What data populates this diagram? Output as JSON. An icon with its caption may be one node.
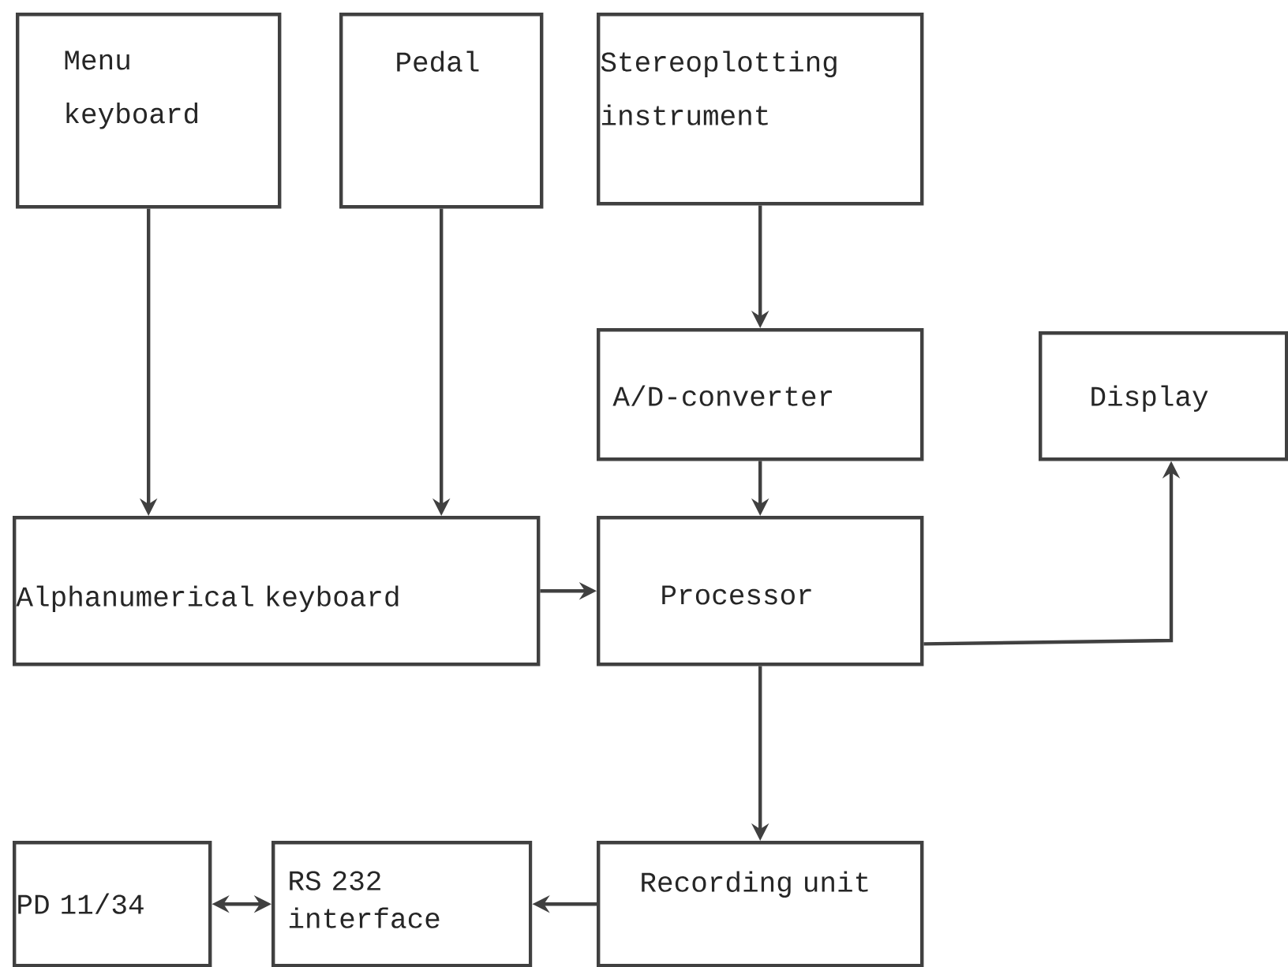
{
  "diagram": {
    "nodes": [
      {
        "text": [
          "Menu keyboard"
        ]
      },
      {
        "text": [
          "Pedal"
        ]
      },
      {
        "text": [
          "Stereoplotting instrument"
        ]
      },
      {
        "text": [
          "A/D-converter"
        ]
      },
      {
        "text": [
          "Display"
        ]
      },
      {
        "text": [
          "Alphanumerical keyboard"
        ]
      },
      {
        "text": [
          "Processor"
        ]
      },
      {
        "text": [
          "PD 11/34"
        ]
      },
      {
        "text": [
          "RS 232 interface"
        ]
      },
      {
        "text": [
          "Recording unit"
        ]
      }
    ],
    "edges": [
      {
        "from": 0,
        "to": 5,
        "arrow": "to"
      },
      {
        "from": 1,
        "to": 5,
        "arrow": "to"
      },
      {
        "from": 2,
        "to": 3,
        "arrow": "to"
      },
      {
        "from": 3,
        "to": 6,
        "arrow": "to"
      },
      {
        "from": 5,
        "to": 6,
        "arrow": "to"
      },
      {
        "from": 6,
        "to": 4,
        "arrow": "to"
      },
      {
        "from": 6,
        "to": 9,
        "arrow": "to"
      },
      {
        "from": 7,
        "to": 8,
        "arrow": "both"
      },
      {
        "from": 9,
        "to": 8,
        "arrow": "to"
      }
    ]
  }
}
